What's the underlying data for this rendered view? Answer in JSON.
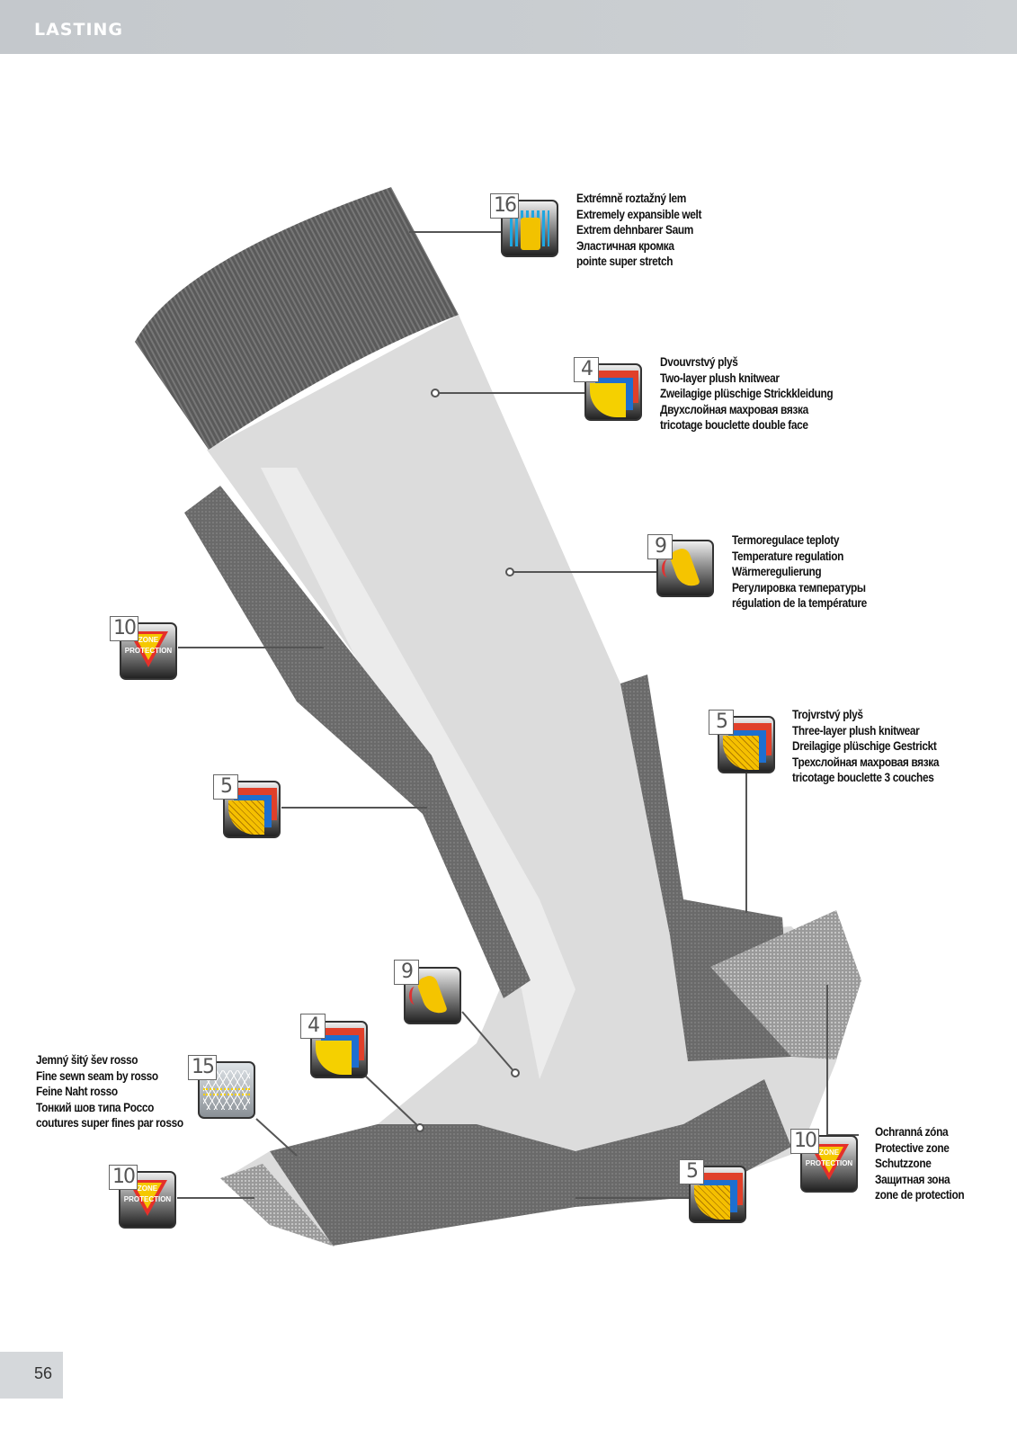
{
  "header": {
    "logo": "LASTING"
  },
  "page_number": "56",
  "callouts": [
    {
      "id": "welt",
      "number": "16",
      "icon": "expansible-welt-icon",
      "lines": [
        "Extrémně roztažný lem",
        "Extremely expansible welt",
        "Extrem dehnbarer Saum",
        "Эластичная кромка",
        "pointe super stretch"
      ]
    },
    {
      "id": "two-layer",
      "number": "4",
      "icon": "two-layer-plush-icon",
      "lines": [
        "Dvouvrstvý plyš",
        "Two-layer plush knitwear",
        "Zweilagige plüschige Strickkleidung",
        "Двухслойная  махровая вязка",
        "tricotage bouclette double face"
      ]
    },
    {
      "id": "thermo",
      "number": "9",
      "icon": "temperature-regulation-icon",
      "lines": [
        "Termoregulace teploty",
        "Temperature regulation",
        "Wärmeregulierung",
        "Регулировка температуры",
        "régulation de la température"
      ]
    },
    {
      "id": "three-layer",
      "number": "5",
      "icon": "three-layer-plush-icon",
      "lines": [
        "Trojvrstvý plyš",
        "Three-layer plush knitwear",
        "Dreilagige plüschige Gestrickt",
        "Трехслойная  махровая вязка",
        "tricotage bouclette 3 couches"
      ]
    },
    {
      "id": "seam",
      "number": "15",
      "icon": "fine-seam-icon",
      "lines": [
        "Jemný šitý šev rosso",
        "Fine sewn seam by rosso",
        "Feine Naht rosso",
        "Тонкий шов типа Pocco",
        "coutures super fines par rosso"
      ]
    },
    {
      "id": "zone",
      "number": "10",
      "icon": "zone-protection-icon",
      "lines": [
        "Ochranná zóna",
        "Protective zone",
        "Schutzzone",
        "Защитная зона",
        "zone de protection"
      ]
    }
  ],
  "zone_badge": {
    "line1": "ZONE",
    "line2": "PROTECTION"
  },
  "extra_badges": {
    "n10": "10",
    "n5": "5",
    "n9": "9",
    "n4": "4"
  }
}
